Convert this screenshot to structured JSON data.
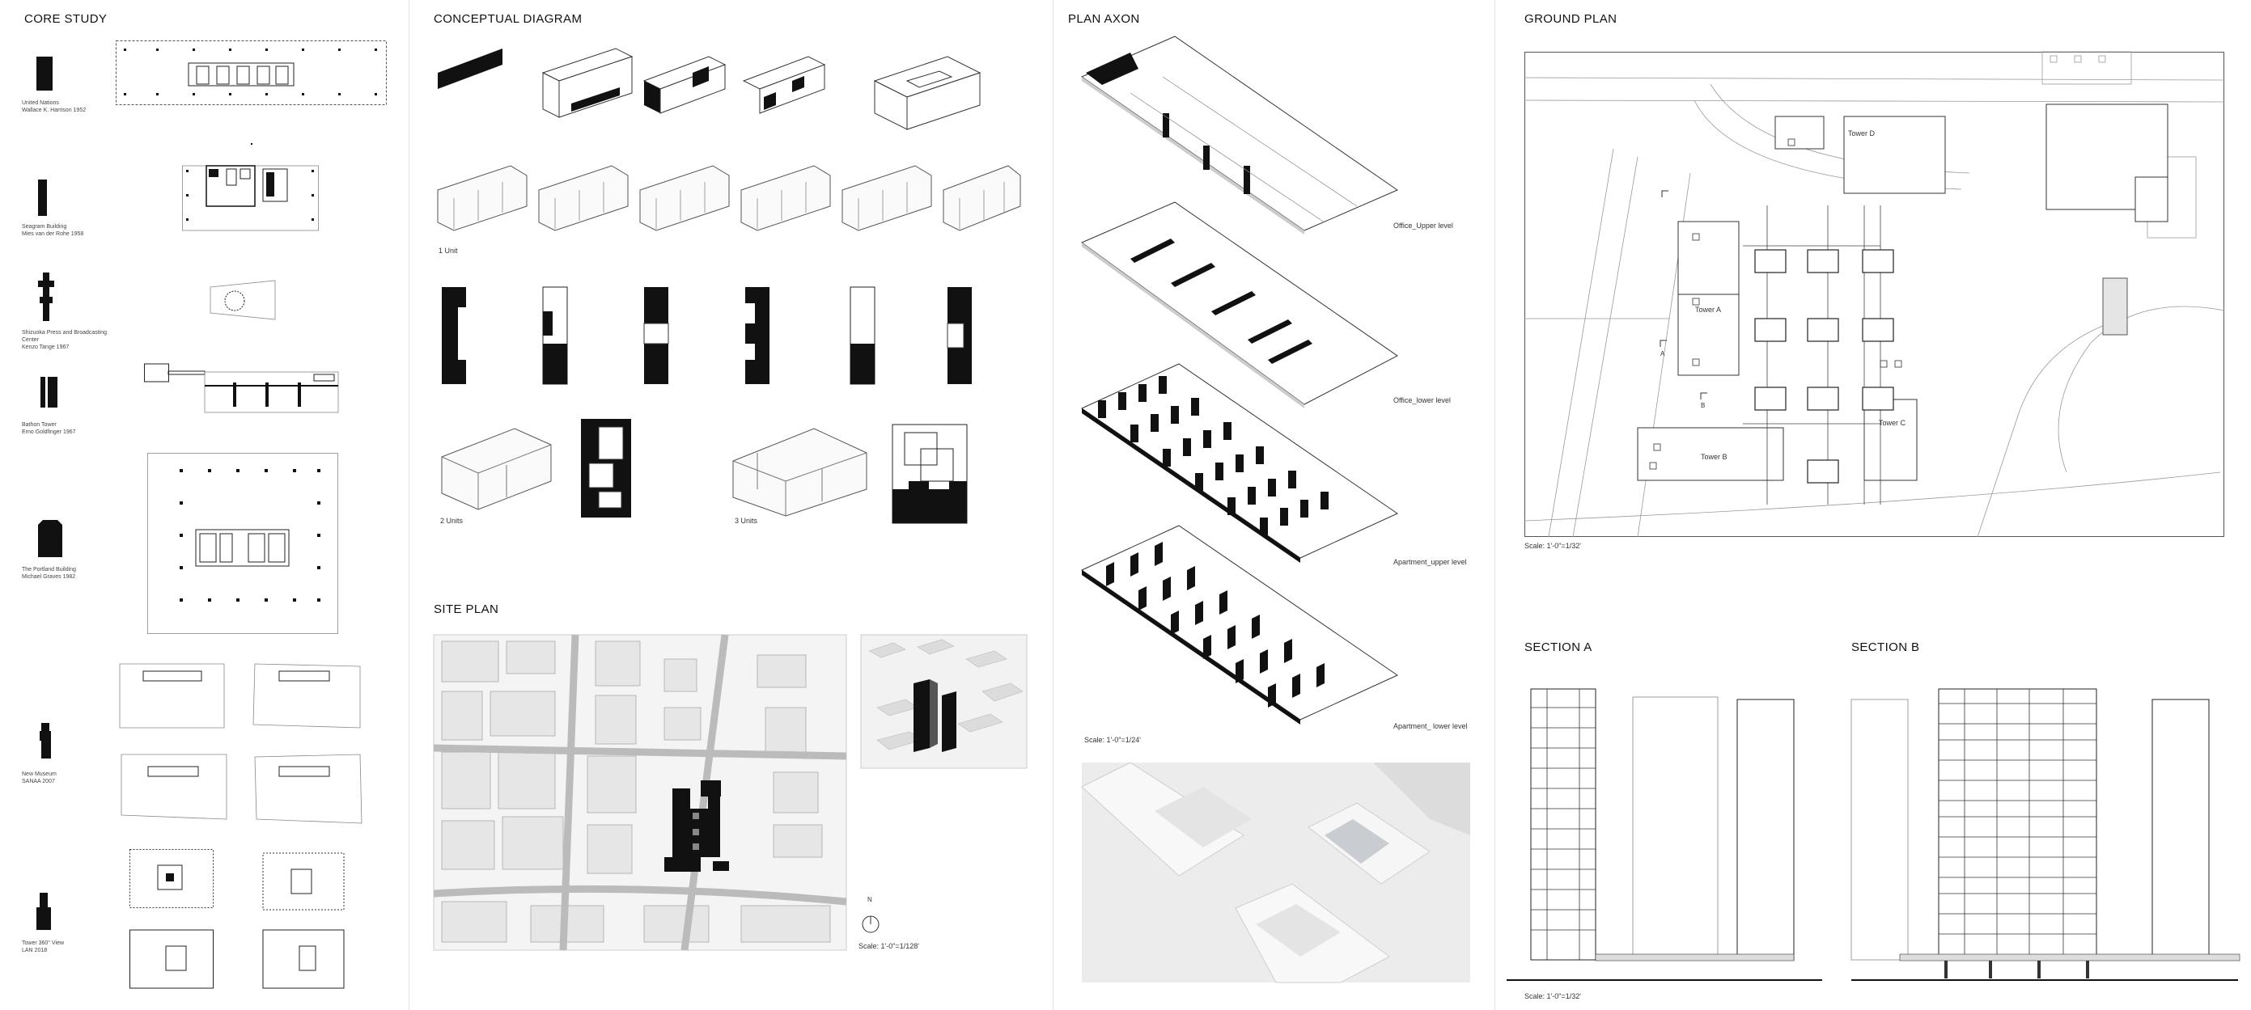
{
  "sections": {
    "core_study": "CORE STUDY",
    "conceptual_diagram": "CONCEPTUAL DIAGRAM",
    "site_plan": "SITE PLAN",
    "plan_axon": "PLAN AXON",
    "ground_plan": "GROUND PLAN",
    "section_a": "SECTION A",
    "section_b": "SECTION B"
  },
  "core_study": {
    "items": [
      {
        "caption": "United Nations\nWallace K. Harrison 1952"
      },
      {
        "caption": "Seagram Building\nMies van der Rohe 1958"
      },
      {
        "caption": "Shizuoka Press and Broadcasting\nCenter\nKenzo Tange 1967"
      },
      {
        "caption": "Bathon Tower\nErno Goldfinger 1967"
      },
      {
        "caption": "The Portland Building\nMichael Graves 1982"
      },
      {
        "caption": "New Museum\nSANAA 2007"
      },
      {
        "caption": "Tower 360° View\nLAN 2018"
      }
    ]
  },
  "conceptual": {
    "unit1": "1 Unit",
    "unit2": "2 Units",
    "unit3": "3 Units"
  },
  "site_plan": {
    "north": "N",
    "scale": "Scale: 1'-0\"=1/128'"
  },
  "plan_axon": {
    "levels": [
      "Office_Upper level",
      "Office_lower level",
      "Apartment_upper level",
      "Apartment_ lower level"
    ],
    "scale": "Scale: 1'-0\"=1/24'"
  },
  "ground_plan": {
    "towers": [
      "Tower D",
      "Tower A",
      "Tower B",
      "Tower C"
    ],
    "marker_a": "A",
    "marker_b": "B",
    "scale": "Scale: 1'-0\"=1/32'"
  },
  "section": {
    "scale": "Scale: 1'-0\"=1/32'"
  },
  "colors": {
    "ink": "#111111",
    "background": "#ffffff",
    "map_fill": "#e6e6e6"
  }
}
